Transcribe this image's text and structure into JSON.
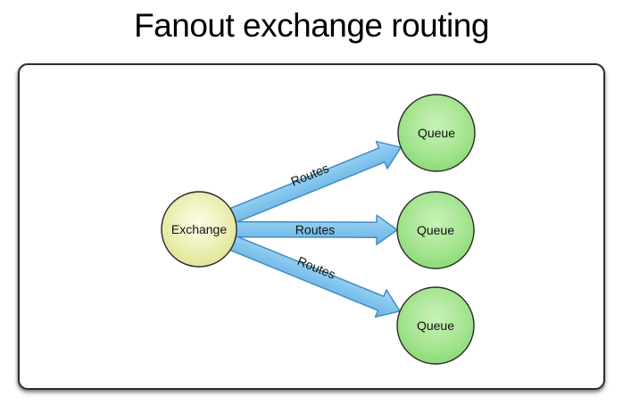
{
  "title": "Fanout exchange routing",
  "diagram": {
    "exchange": {
      "label": "Exchange"
    },
    "queues": [
      {
        "label": "Queue"
      },
      {
        "label": "Queue"
      },
      {
        "label": "Queue"
      }
    ],
    "edges": [
      {
        "label": "Routes"
      },
      {
        "label": "Routes"
      },
      {
        "label": "Routes"
      }
    ],
    "colors": {
      "exchange_center": "#fbfcea",
      "exchange_edge": "#d9de82",
      "queue_center": "#c9f1b8",
      "queue_edge": "#79d264",
      "arrow_light": "#a5d8f4",
      "arrow_dark": "#6db4e2",
      "arrow_border": "#3f8dc6",
      "node_border": "#2a2a2a"
    }
  }
}
